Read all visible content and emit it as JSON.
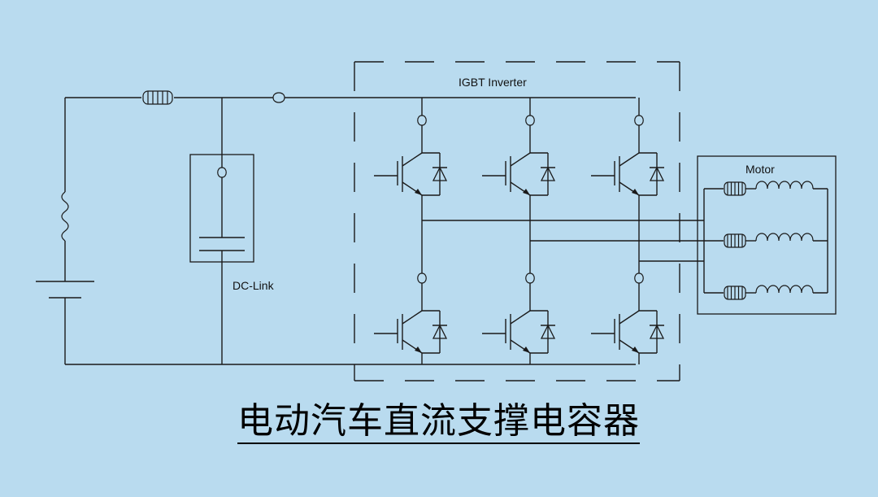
{
  "labels": {
    "inverter": "IGBT Inverter",
    "dc_link": "DC-Link",
    "motor": "Motor"
  },
  "title": "电动汽车直流支撑电容器",
  "colors": {
    "background": "#b9dbef",
    "line": "#1a1a1a"
  }
}
